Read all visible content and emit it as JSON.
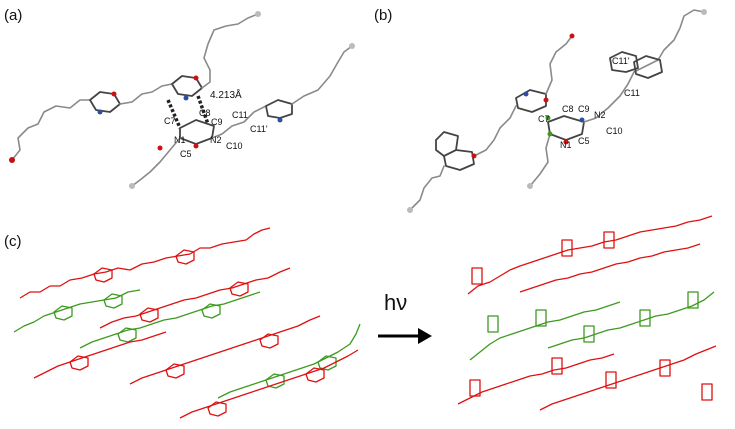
{
  "panels": {
    "a": {
      "label": "(a)",
      "distance": "4.213Å",
      "atoms": [
        "C7",
        "C8",
        "C9",
        "C11",
        "C11'",
        "N1",
        "N2",
        "C5",
        "C10"
      ]
    },
    "b": {
      "label": "(b)",
      "atoms": [
        "C11'",
        "C11",
        "C8",
        "C9",
        "N2",
        "C7",
        "C10",
        "N1",
        "C5"
      ]
    },
    "c": {
      "label": "(c)",
      "arrow_label": "hν"
    }
  },
  "colors": {
    "red": "#e01010",
    "green": "#3c9a1e",
    "oxygen": "#e01010",
    "nitrogen": "#2d4fa0",
    "carbon": "#a0a0a0"
  }
}
